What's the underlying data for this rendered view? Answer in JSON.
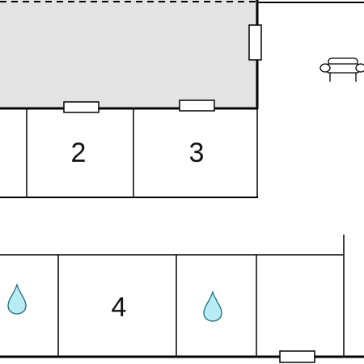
{
  "floorplan": {
    "rooms": [
      {
        "id": "room-2",
        "label": "2"
      },
      {
        "id": "room-3",
        "label": "3"
      },
      {
        "id": "room-4",
        "label": "4"
      }
    ],
    "icons": [
      {
        "id": "sofa",
        "name": "sofa-icon"
      },
      {
        "id": "water-1",
        "name": "water-drop-icon"
      },
      {
        "id": "water-2",
        "name": "water-drop-icon"
      }
    ],
    "colors": {
      "wall": "#000000",
      "shaded_area": "#e3e3e3",
      "water": "#b8ecf5",
      "water_stroke": "#1a6a7a"
    }
  }
}
